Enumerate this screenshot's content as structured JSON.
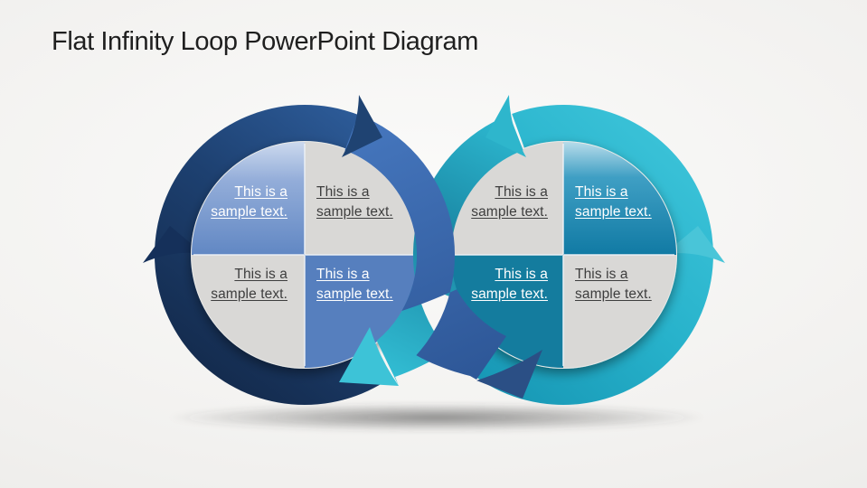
{
  "title": "Flat Infinity Loop PowerPoint Diagram",
  "diagram": {
    "type": "infinity-loop",
    "left_loop": {
      "direction": "clockwise",
      "ring_color_name": "dark-navy-blue",
      "quadrants": [
        {
          "position": "top-left",
          "style": "blue-gloss",
          "text": "This is a sample text."
        },
        {
          "position": "top-right",
          "style": "gray",
          "text": "This is a sample text."
        },
        {
          "position": "bottom-left",
          "style": "gray",
          "text": "This is a sample text."
        },
        {
          "position": "bottom-right",
          "style": "blue-flat",
          "text": "This is a sample text."
        }
      ]
    },
    "right_loop": {
      "direction": "counter-clockwise",
      "ring_color_name": "teal-cyan",
      "quadrants": [
        {
          "position": "top-left",
          "style": "gray",
          "text": "This is a sample text."
        },
        {
          "position": "top-right",
          "style": "teal-gloss",
          "text": "This is a sample text."
        },
        {
          "position": "bottom-left",
          "style": "teal-flat",
          "text": "This is a sample text."
        },
        {
          "position": "bottom-right",
          "style": "gray",
          "text": "This is a sample text."
        }
      ]
    }
  },
  "colors": {
    "bg-center": "#fbfbfa",
    "bg-mid": "#f1f0ee",
    "bg-edge": "#e6e5e2",
    "title": "#1f1f1f",
    "text-dark": "#3e3e3e",
    "text-light": "#ffffff",
    "plate": "#eaeae8",
    "quad-gray": "#d9d8d6",
    "seam": "#eef2f6",
    "navy-light": "#2f5f9e",
    "navy-mid": "#1d4070",
    "navy-dark": "#122747",
    "navy-head": "#1f4372",
    "navy-marker": "#15305a",
    "blue-light": "#4576bd",
    "blue-dark": "#2d5696",
    "blue-head": "#2b4f85",
    "teal-light": "#3ec5da",
    "teal-mid": "#27b2cb",
    "teal-dark": "#1695b3",
    "teal-head": "#2eb6cc",
    "teal-marker": "#49c5d8",
    "tealband-bright": "#2cb6ce",
    "tealband-mid": "#1a86a3",
    "tealband-end": "#33c0d6",
    "tealband-head": "#3dc3d7",
    "quad-ltl-1": "#ccd9ee",
    "quad-ltl-2": "#93add9",
    "quad-ltl-3": "#5e85c2",
    "quad-lbr": "#567fbe",
    "quad-rtr-1": "#b7dcea",
    "quad-rtr-2": "#3f9fc4",
    "quad-rtr-3": "#0e78a2",
    "quad-rbl": "#147c9e",
    "ground-shadow": "#3c3c3c"
  }
}
